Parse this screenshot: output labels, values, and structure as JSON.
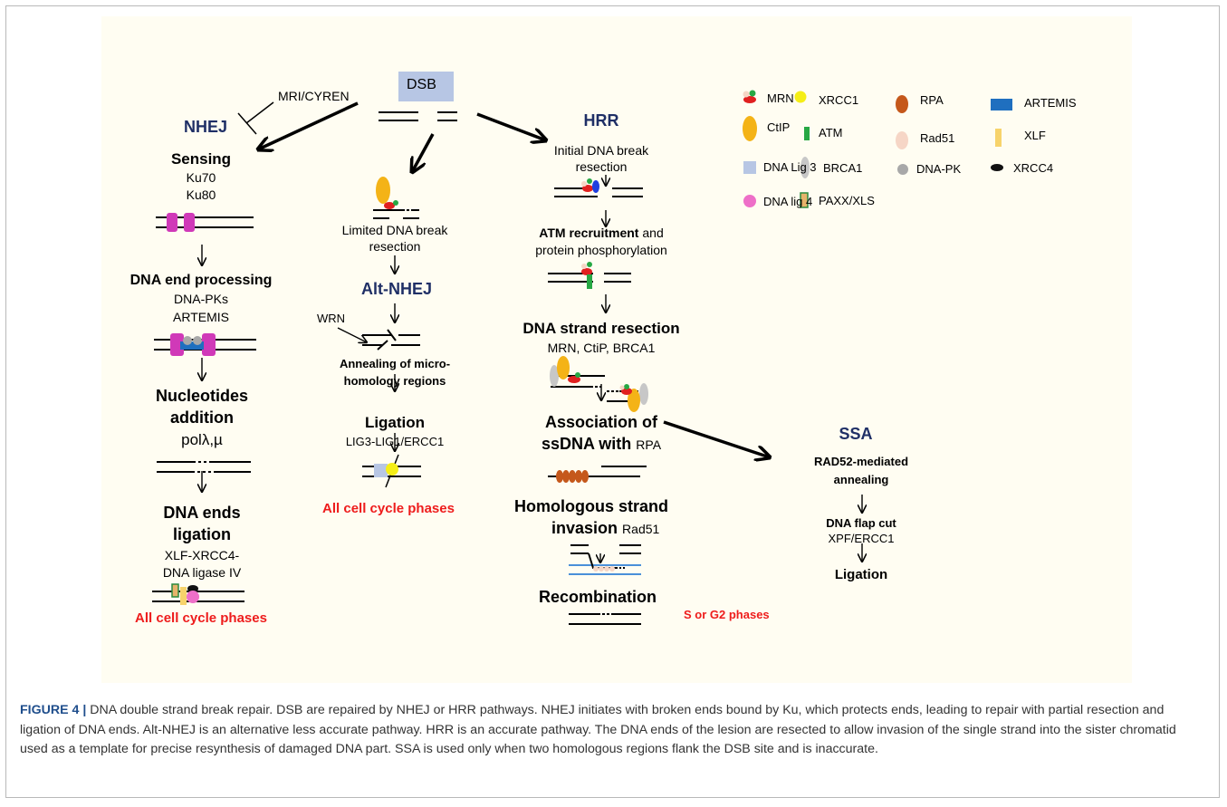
{
  "figure": {
    "dsb_label": "DSB",
    "inhibitor_label": "MRI/CYREN",
    "nhej": {
      "title": "NHEJ",
      "sensing": "Sensing",
      "ku70": "Ku70",
      "ku80": "Ku80",
      "end_processing": "DNA end processing",
      "dna_pks": "DNA-PKs",
      "artemis": "ARTEMIS",
      "nucleotides": "Nucleotides",
      "addition": "addition",
      "pol": "polλ,µ",
      "ends": "DNA ends",
      "ligation": "ligation",
      "xlf_xrcc4": "XLF-XRCC4-",
      "ligase_iv": "DNA ligase IV",
      "phases": "All cell cycle phases"
    },
    "alt_nhej": {
      "limited_1": "Limited DNA break",
      "limited_2": "resection",
      "title": "Alt-NHEJ",
      "wrn": "WRN",
      "annealing_1": "Annealing of micro-",
      "annealing_2": "homology regions",
      "ligation": "Ligation",
      "enzymes": "LIG3-LIG1/ERCC1",
      "phases": "All cell cycle phases"
    },
    "hrr": {
      "title": "HRR",
      "initial_1": "Initial DNA break",
      "initial_2": "resection",
      "atm_bold": "ATM recruitment",
      "atm_rest": " and",
      "phospho": "protein phosphorylation",
      "strand_resection": "DNA strand resection",
      "resection_proteins": "MRN, CtiP, BRCA1",
      "association_1": "Association of",
      "association_2": "ssDNA with",
      "rpa": "RPA",
      "homologous": "Homologous strand",
      "invasion": "invasion",
      "rad51": "Rad51",
      "recombination": "Recombination",
      "phases": "S or G2 phases"
    },
    "ssa": {
      "title": "SSA",
      "rad52_1": "RAD52-mediated",
      "rad52_2": "annealing",
      "flap": "DNA flap cut",
      "enzymes": "XPF/ERCC1",
      "ligation": "Ligation"
    },
    "legend": [
      {
        "label": "MRN",
        "icon": "mrn-icon"
      },
      {
        "label": "XRCC1",
        "icon": "xrcc1-icon",
        "color": "#f5ee16"
      },
      {
        "label": "RPA",
        "icon": "rpa-icon",
        "color": "#c5581b"
      },
      {
        "label": "ARTEMIS",
        "icon": "artemis-icon",
        "color": "#1f6fbf"
      },
      {
        "label": "CtIP",
        "icon": "ctip-icon",
        "color": "#f4b317"
      },
      {
        "label": "ATM",
        "icon": "atm-icon",
        "color": "#27a844"
      },
      {
        "label": "Rad51",
        "icon": "rad51-icon",
        "color": "#f6d6c6"
      },
      {
        "label": "XLF",
        "icon": "xlf-icon",
        "color": "#f7d36b"
      },
      {
        "label": "DNA Lig 3",
        "icon": "dna-lig3-icon",
        "color": "#b7c6e4"
      },
      {
        "label": "BRCA1",
        "icon": "brca1-icon",
        "color": "#c7c7c7"
      },
      {
        "label": "DNA-PK",
        "icon": "dna-pk-icon",
        "color": "#a8a8a8"
      },
      {
        "label": "XRCC4",
        "icon": "xrcc4-icon",
        "color": "#111111"
      },
      {
        "label": "DNA lig 4",
        "icon": "dna-lig4-icon",
        "color": "#ee6fc8"
      },
      {
        "label": "PAXX/XLS",
        "icon": "paxx-xls-icon",
        "color": "#e6b36b"
      }
    ]
  },
  "caption": {
    "label": "FIGURE 4 |",
    "text": " DNA double strand break repair. DSB are repaired by NHEJ or HRR pathways. NHEJ initiates with broken ends bound by Ku, which protects ends, leading to repair with partial resection and ligation of DNA ends. Alt-NHEJ is an alternative less accurate pathway. HRR is an accurate pathway. The DNA ends of the lesion are resected to allow invasion of the single strand into the sister chromatid used as a template for precise resynthesis of damaged DNA part. SSA is used only when two homologous regions flank the DSB site and is inaccurate."
  }
}
